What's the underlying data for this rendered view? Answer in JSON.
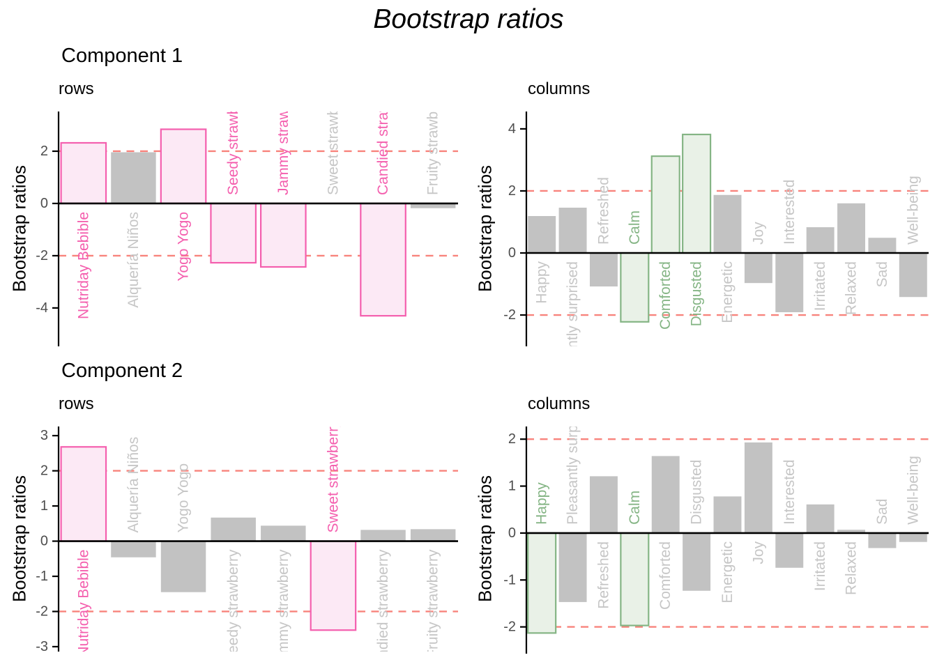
{
  "title": "Bootstrap ratios",
  "y_axis_title": "Bootstrap ratios",
  "colors": {
    "pink_border": "#f45fae",
    "pink_fill": "#fce9f5",
    "green_border": "#85b585",
    "green_fill": "#e9f1e7",
    "neutral_bar": "#c2c2c2",
    "neutral_label": "#c6c6c6",
    "threshold": "#f8837c",
    "axis": "#000000",
    "tick_label": "#4d4d4d"
  },
  "chart_data": {
    "type": "bar",
    "thresholds": [
      2,
      -2
    ],
    "legend": "none",
    "grid": "off",
    "components": [
      {
        "label": "Component 1",
        "panels": [
          {
            "title": "rows",
            "accent": "pink",
            "ylim": [
              3.52,
              -5.47
            ],
            "yticks": [
              2,
              0,
              -2,
              -4
            ],
            "bars": [
              {
                "label": "Nutriday Bebible",
                "value": 2.32,
                "highlight": true
              },
              {
                "label": "Alquería Niños",
                "value": 1.96,
                "highlight": false
              },
              {
                "label": "Yogo Yogo",
                "value": 2.84,
                "highlight": true
              },
              {
                "label": "Seedy strawberry",
                "value": -2.27,
                "highlight": true
              },
              {
                "label": "Jammy strawberry",
                "value": -2.43,
                "highlight": true
              },
              {
                "label": "Sweet strawberry",
                "value": -0.02,
                "highlight": false
              },
              {
                "label": "Candied strawberry",
                "value": -4.3,
                "highlight": true
              },
              {
                "label": "Fruity strawberry",
                "value": -0.18,
                "highlight": false
              }
            ]
          },
          {
            "title": "columns",
            "accent": "green",
            "ylim": [
              4.56,
              -3.01
            ],
            "yticks": [
              4,
              2,
              0,
              -2
            ],
            "bars": [
              {
                "label": "Happy",
                "value": 1.19,
                "highlight": false
              },
              {
                "label": "Pleasantly surprised",
                "value": 1.46,
                "highlight": false
              },
              {
                "label": "Refreshed",
                "value": -1.08,
                "highlight": false
              },
              {
                "label": "Calm",
                "value": -2.22,
                "highlight": true
              },
              {
                "label": "Comforted",
                "value": 3.12,
                "highlight": true
              },
              {
                "label": "Disgusted",
                "value": 3.82,
                "highlight": true
              },
              {
                "label": "Energetic",
                "value": 1.87,
                "highlight": false
              },
              {
                "label": "Joy",
                "value": -0.97,
                "highlight": false
              },
              {
                "label": "Interested",
                "value": -1.91,
                "highlight": false
              },
              {
                "label": "Irritated",
                "value": 0.83,
                "highlight": false
              },
              {
                "label": "Relaxed",
                "value": 1.6,
                "highlight": false
              },
              {
                "label": "Sad",
                "value": 0.49,
                "highlight": false
              },
              {
                "label": "Well-being",
                "value": -1.42,
                "highlight": false
              }
            ]
          }
        ]
      },
      {
        "label": "Component 2",
        "panels": [
          {
            "title": "rows",
            "accent": "pink",
            "ylim": [
              3.26,
              -3.14
            ],
            "yticks": [
              3,
              2,
              1,
              0,
              -1,
              -2,
              -3
            ],
            "bars": [
              {
                "label": "Nutriday Bebible",
                "value": 2.68,
                "highlight": true
              },
              {
                "label": "Alquería Niños",
                "value": -0.46,
                "highlight": false
              },
              {
                "label": "Yogo Yogo",
                "value": -1.45,
                "highlight": false
              },
              {
                "label": "Seedy strawberry",
                "value": 0.67,
                "highlight": false
              },
              {
                "label": "Jammy strawberry",
                "value": 0.44,
                "highlight": false
              },
              {
                "label": "Sweet strawberry",
                "value": -2.53,
                "highlight": true
              },
              {
                "label": "Candied strawberry",
                "value": 0.32,
                "highlight": false
              },
              {
                "label": "Fruity strawberry",
                "value": 0.34,
                "highlight": false
              }
            ]
          },
          {
            "title": "columns",
            "accent": "green",
            "ylim": [
              2.27,
              -2.57
            ],
            "yticks": [
              2,
              1,
              0,
              -1,
              -2
            ],
            "bars": [
              {
                "label": "Happy",
                "value": -2.13,
                "highlight": true
              },
              {
                "label": "Pleasantly surprised",
                "value": -1.47,
                "highlight": false
              },
              {
                "label": "Refreshed",
                "value": 1.21,
                "highlight": false
              },
              {
                "label": "Calm",
                "value": -1.97,
                "highlight": true
              },
              {
                "label": "Comforted",
                "value": 1.64,
                "highlight": false
              },
              {
                "label": "Disgusted",
                "value": -1.23,
                "highlight": false
              },
              {
                "label": "Energetic",
                "value": 0.78,
                "highlight": false
              },
              {
                "label": "Joy",
                "value": 1.93,
                "highlight": false
              },
              {
                "label": "Interested",
                "value": -0.74,
                "highlight": false
              },
              {
                "label": "Irritated",
                "value": 0.61,
                "highlight": false
              },
              {
                "label": "Relaxed",
                "value": 0.07,
                "highlight": false
              },
              {
                "label": "Sad",
                "value": -0.32,
                "highlight": false
              },
              {
                "label": "Well-being",
                "value": -0.19,
                "highlight": false
              }
            ]
          }
        ]
      }
    ]
  }
}
